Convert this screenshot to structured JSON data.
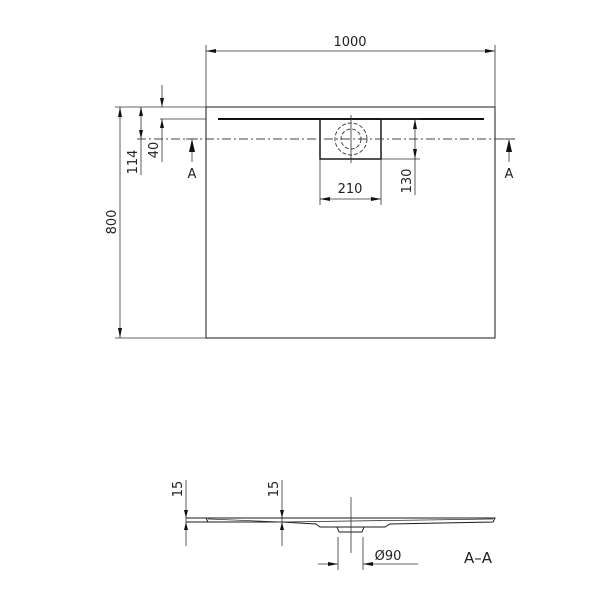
{
  "plan_view": {
    "width_dim": "1000",
    "depth_dim": "800",
    "drain_offset_outer": "114",
    "drain_offset_inner": "40",
    "drain_box_width": "210",
    "drain_box_height": "130",
    "section_marker_left": "A",
    "section_marker_right": "A"
  },
  "section_view": {
    "edge_thickness_left": "15",
    "edge_thickness_mid": "15",
    "drain_diameter": "Ø90",
    "section_label": "A–A"
  }
}
